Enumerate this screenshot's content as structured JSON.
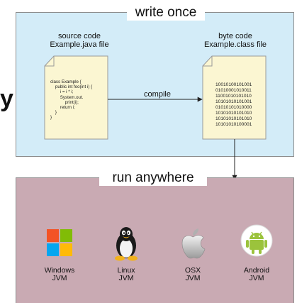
{
  "top_panel": {
    "title": "write once",
    "source": {
      "caption": "source code\nExample.java file",
      "code": "class Example {\n    public int foo(int i) {\n        i = i * i;\n        System.out.\n            print(i);\n        return i;\n    }\n}"
    },
    "arrow_label": "compile",
    "bytecode": {
      "caption": "byte code\nExample.class file",
      "lines": "10010100101001\n01010001010011\n11001010101010\n10101010101001\n01010101010000\n10101010101010\n10101010101010\n10101010100001"
    }
  },
  "bottom_panel": {
    "title": "run anywhere",
    "platforms": [
      {
        "label": "Windows\nJVM",
        "icon": "windows-logo-icon"
      },
      {
        "label": "Linux\nJVM",
        "icon": "linux-penguin-icon"
      },
      {
        "label": "OSX\nJVM",
        "icon": "apple-logo-icon"
      },
      {
        "label": "Android\nJVM",
        "icon": "android-robot-icon"
      }
    ]
  },
  "colors": {
    "top_bg": "#d3ecf8",
    "bottom_bg": "#c9aab3",
    "note_bg": "#fbf6d2"
  }
}
